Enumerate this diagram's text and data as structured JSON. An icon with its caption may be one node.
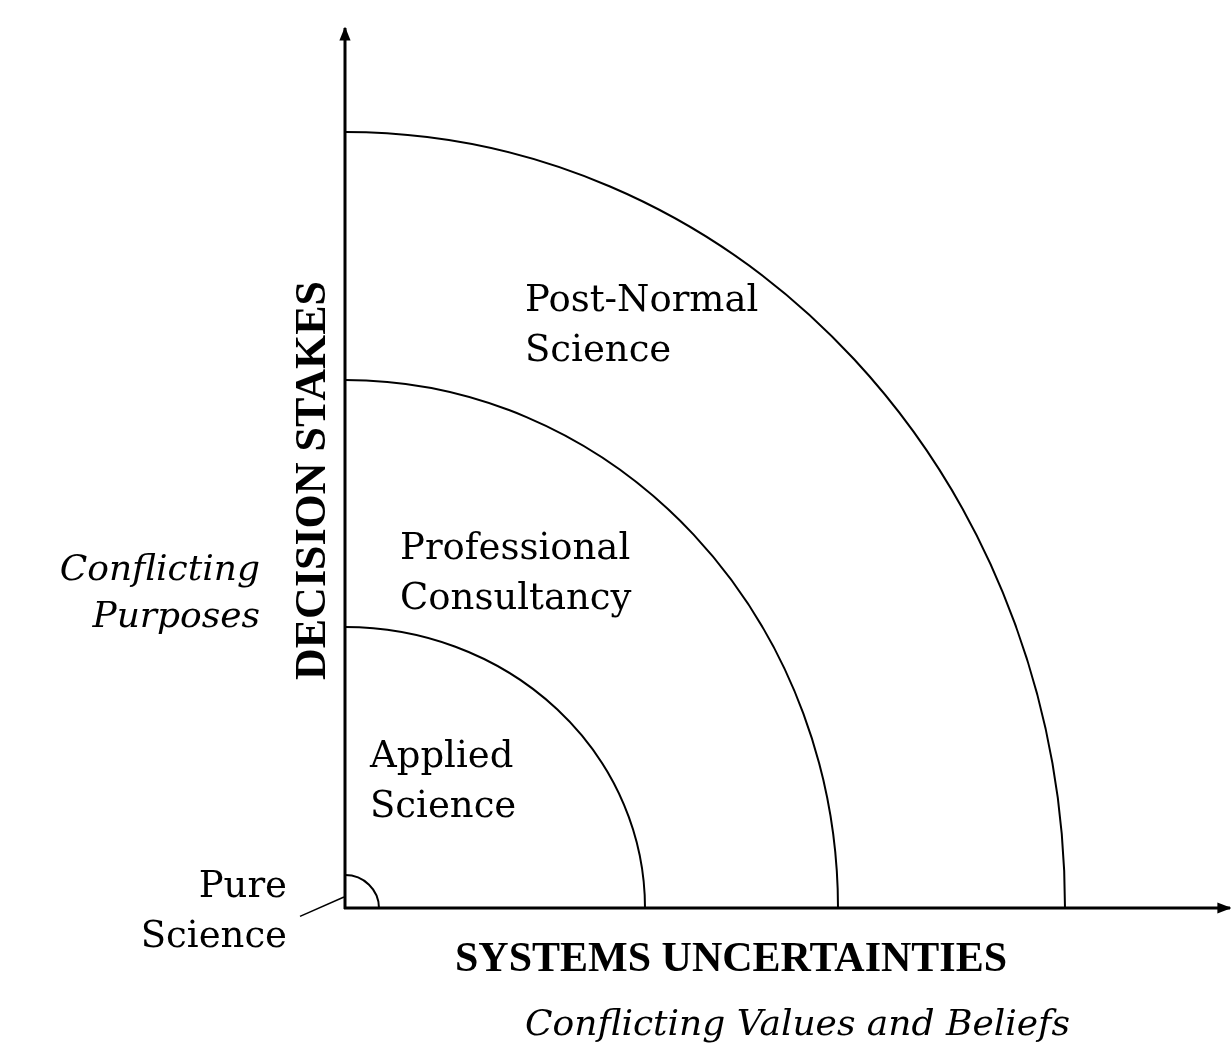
{
  "diagram": {
    "nodes": [
      {
        "text": [
          "Post-Normal Science"
        ]
      },
      {
        "text": [
          "Professional Consultancy"
        ],
        "in": 0
      },
      {
        "text": [
          "Applied Science"
        ],
        "in": 1
      },
      {
        "text": [],
        "shape": "arc",
        "in": 2
      },
      {
        "text": [
          "Pure Science"
        ]
      }
    ],
    "edges": [
      {
        "from": 4,
        "to": 3,
        "arrow": "none"
      }
    ],
    "labels": [
      "DECISION STAKES",
      "Conflicting Purposes",
      "SYSTEMS UNCERTAINTIES",
      "Conflicting Values and Beliefs"
    ]
  }
}
